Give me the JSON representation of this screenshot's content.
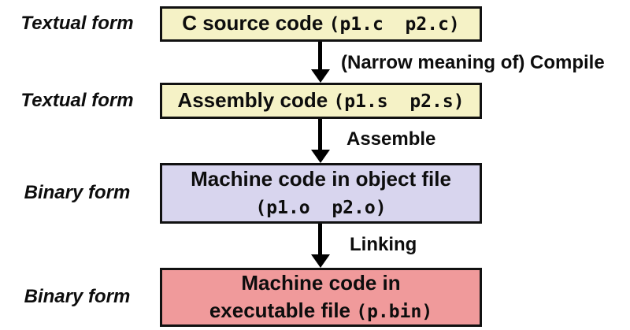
{
  "diagram": {
    "title": "compilation-pipeline",
    "colors": {
      "yellow": "#F5F2C6",
      "lavender": "#D8D5EE",
      "pink": "#F09A9B",
      "border": "#111111",
      "arrow": "#000000",
      "text": "#0d0d0d",
      "background": "#ffffff"
    },
    "rows": [
      {
        "side_label": "Textual form",
        "box": {
          "fill": "yellow",
          "lines": [
            [
              {
                "t": "C source code "
              },
              {
                "t": "(p1.c  p2.c)",
                "mono": true
              }
            ]
          ]
        },
        "arrow_label": "(Narrow meaning of) Compile"
      },
      {
        "side_label": "Textual form",
        "box": {
          "fill": "yellow",
          "lines": [
            [
              {
                "t": "Assembly code "
              },
              {
                "t": "(p1.s  p2.s)",
                "mono": true
              }
            ]
          ]
        },
        "arrow_label": "Assemble"
      },
      {
        "side_label": "Binary form",
        "box": {
          "fill": "lavender",
          "lines": [
            [
              {
                "t": "Machine code in object file"
              }
            ],
            [
              {
                "t": "(p1.o  p2.o)",
                "mono": true
              }
            ]
          ]
        },
        "arrow_label": "Linking"
      },
      {
        "side_label": "Binary form",
        "box": {
          "fill": "pink",
          "lines": [
            [
              {
                "t": "Machine code in"
              }
            ],
            [
              {
                "t": "executable file "
              },
              {
                "t": "(p.bin)",
                "mono": true
              }
            ]
          ]
        },
        "arrow_label": null
      }
    ]
  }
}
